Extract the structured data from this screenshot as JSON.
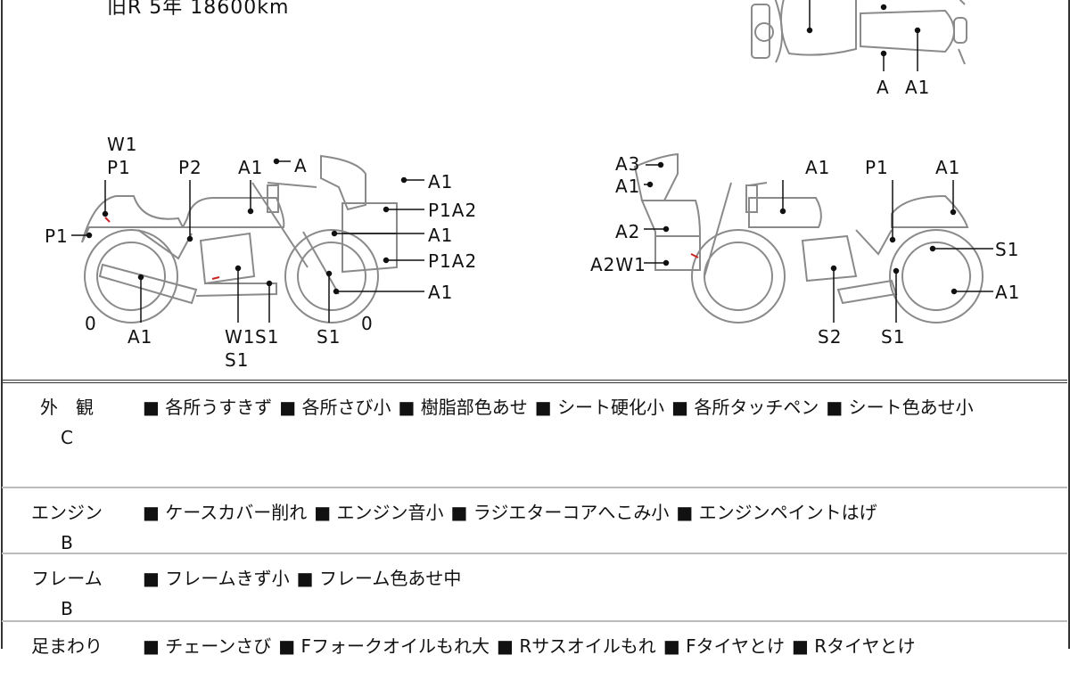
{
  "header": {
    "text": "旧R 5年 18600km"
  },
  "top_view": {
    "labels": [
      "A",
      "A1"
    ]
  },
  "left_view": {
    "labels": [
      "W1",
      "P1",
      "P2",
      "A1",
      "A",
      "A1",
      "P1A2",
      "A1",
      "P1A2",
      "A1",
      "P1",
      "0",
      "A1",
      "W1",
      "S1",
      "S1",
      "S1",
      "0"
    ]
  },
  "right_view": {
    "labels": [
      "A3",
      "A1",
      "A2",
      "A2W1",
      "A1",
      "P1",
      "A1",
      "S1",
      "A1",
      "S2",
      "S1"
    ]
  },
  "rows": [
    {
      "category": "外　観",
      "grade": "C",
      "items": [
        "各所うすきず",
        "各所さび小",
        "樹脂部色あせ",
        "シート硬化小",
        "各所タッチペン",
        "シート色あせ小"
      ]
    },
    {
      "category": "エンジン",
      "grade": "B",
      "items": [
        "ケースカバー削れ",
        "エンジン音小",
        "ラジエターコアへこみ小",
        "エンジンペイントはげ"
      ]
    },
    {
      "category": "フレーム",
      "grade": "B",
      "items": [
        "フレームきず小",
        "フレーム色あせ中"
      ]
    },
    {
      "category": "足まわり",
      "grade": "",
      "items": [
        "チェーンさび",
        "Fフォークオイルもれ大",
        "Rサスオイルもれ",
        "Fタイヤとけ",
        "Rタイヤとけ"
      ]
    }
  ],
  "colors": {
    "line": "#888888",
    "mark": "#cc2222"
  }
}
